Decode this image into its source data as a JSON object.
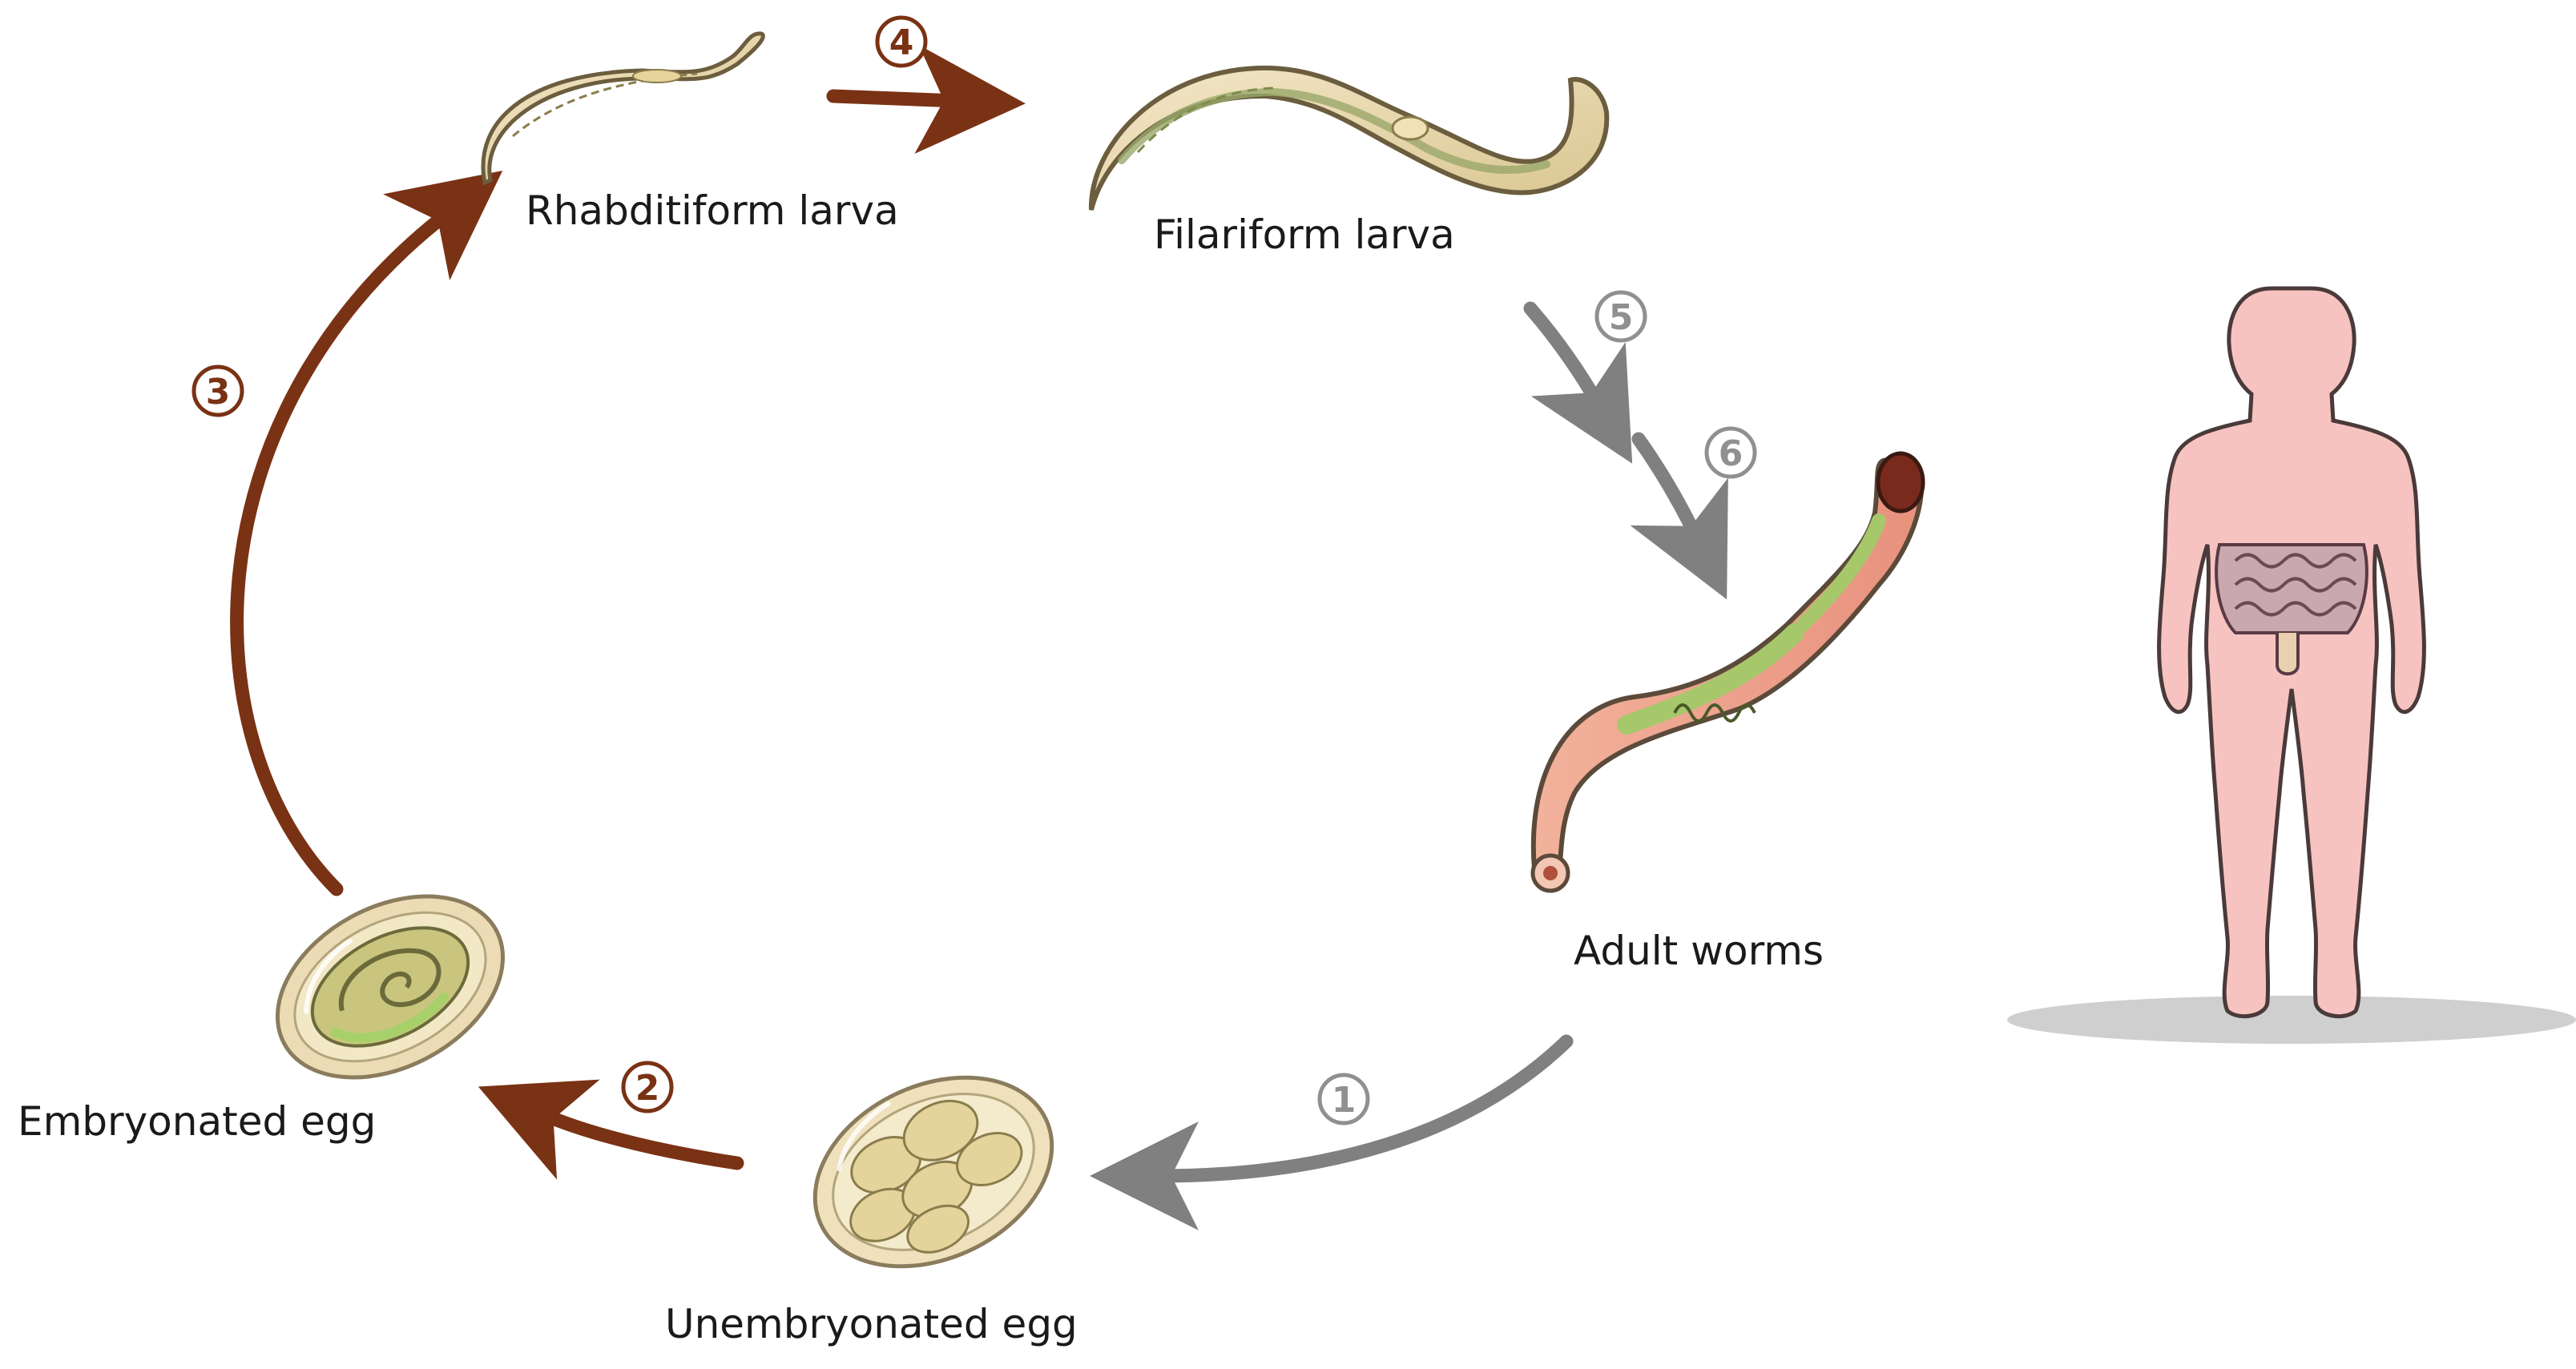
{
  "colors": {
    "environment_arrow": "#7a3214",
    "host_arrow": "#808080",
    "body_fill": "#f7c3c0",
    "ground_shadow": "#cfcfcf"
  },
  "labels": {
    "rhabditiform": "Rhabditiform larva",
    "filariform": "Filariform larva",
    "adult": "Adult worms",
    "embryonated": "Embryonated egg",
    "unembryonated": "Unembryonated egg"
  },
  "steps": [
    {
      "num": "1",
      "glyph": "①",
      "phase": "host"
    },
    {
      "num": "2",
      "glyph": "②",
      "phase": "environment"
    },
    {
      "num": "3",
      "glyph": "③",
      "phase": "environment"
    },
    {
      "num": "4",
      "glyph": "④",
      "phase": "environment"
    },
    {
      "num": "5",
      "glyph": "⑤",
      "phase": "host"
    },
    {
      "num": "6",
      "glyph": "⑥",
      "phase": "host"
    }
  ],
  "icons": {
    "rhabditiform": "rhabditiform-larva-icon",
    "filariform": "filariform-larva-icon",
    "adult": "adult-worm-icon",
    "embryonated": "embryonated-egg-icon",
    "unembryonated": "unembryonated-egg-icon",
    "host": "human-host-icon"
  }
}
